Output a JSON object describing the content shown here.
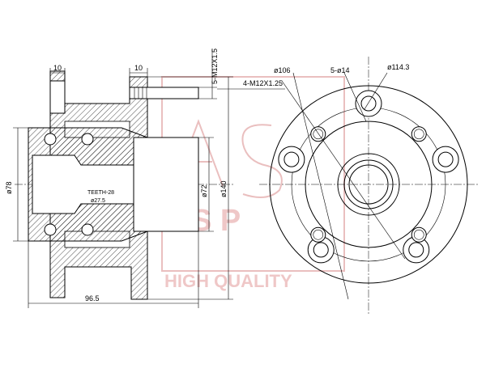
{
  "watermark": {
    "line1": "HIGH QUALITY",
    "color": "#d98a8a"
  },
  "side_view": {
    "dims": {
      "top_left_width": "10",
      "top_right_width": "10",
      "stud_thread": "5-M12X1.5",
      "flange_outer_dia": "ø140",
      "pilot_dia": "ø72",
      "bearing_dia": "ø78",
      "overall_length": "96.5",
      "teeth": "TEETH-28",
      "teeth_dia": "ø27.5"
    }
  },
  "front_view": {
    "dims": {
      "pcd_inner": "ø106",
      "holes": "5-ø14",
      "pcd_outer": "ø114.3",
      "thread_holes": "4-M12X1.25"
    },
    "bolt_count": 5,
    "thread_count": 4
  }
}
